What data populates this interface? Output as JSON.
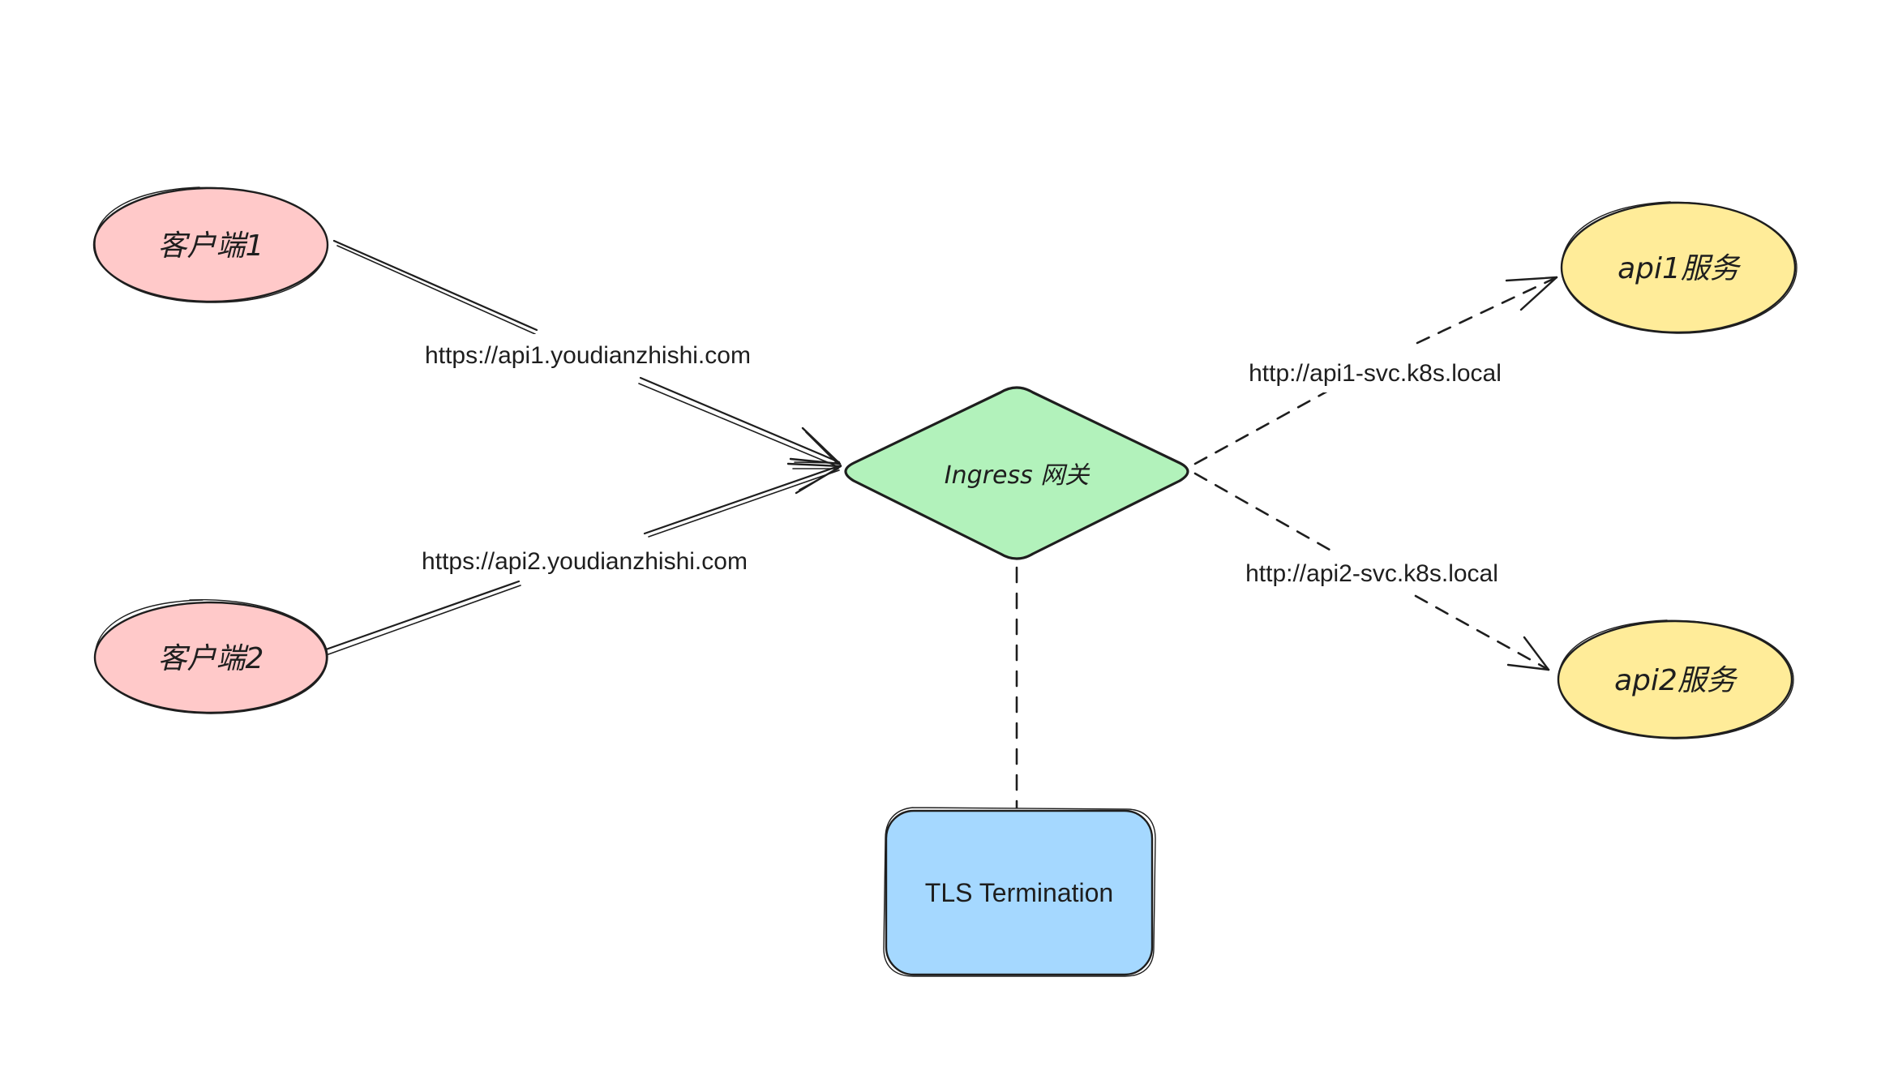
{
  "nodes": {
    "client1": {
      "label": "客户端1",
      "color": "#ffc9c9"
    },
    "client2": {
      "label": "客户端2",
      "color": "#ffc9c9"
    },
    "gateway": {
      "label": "Ingress 网关",
      "color": "#b2f2bb"
    },
    "tls": {
      "label": "TLS Termination",
      "color": "#a5d8ff"
    },
    "api1": {
      "label": "api1服务",
      "color": "#ffec99"
    },
    "api2": {
      "label": "api2服务",
      "color": "#ffec99"
    }
  },
  "edges": {
    "client1_to_gateway": {
      "label": "https://api1.youdianzhishi.com"
    },
    "client2_to_gateway": {
      "label": "https://api2.youdianzhishi.com"
    },
    "gateway_to_api1": {
      "label": "http://api1-svc.k8s.local"
    },
    "gateway_to_api2": {
      "label": "http://api2-svc.k8s.local"
    }
  }
}
